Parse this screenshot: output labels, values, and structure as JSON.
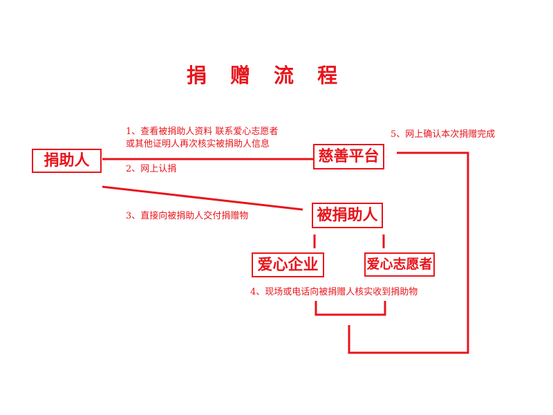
{
  "title": "捐 赠 流 程",
  "nodes": {
    "donor": "捐助人",
    "platform": "慈善平台",
    "recipient": "被捐助人",
    "corporate": "爱心企业",
    "volunteer": "爱心志愿者"
  },
  "steps": {
    "step1_line1": "1、查看被捐助人资料 联系爱心志愿者",
    "step1_line2": "或其他证明人再次核实被捐助人信息",
    "step2": "2、网上认捐",
    "step3": "3、直接向被捐助人交付捐赠物",
    "step4": "4、现场或电话向被捐赠人核实收到捐助物",
    "step5": "5、网上确认本次捐赠完成"
  },
  "colors": {
    "accent": "#e8141b",
    "background": "#ffffff"
  }
}
